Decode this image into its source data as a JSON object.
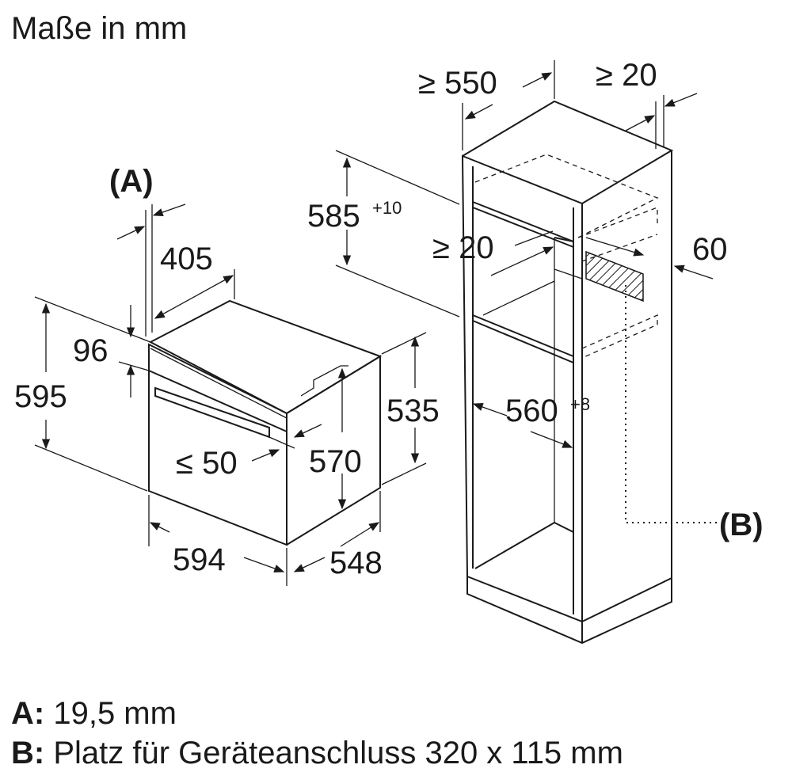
{
  "title": "Maße in mm",
  "labels": {
    "a": "(A)",
    "b": "(B)"
  },
  "dimensions": {
    "cab_depth": "≥ 550",
    "cab_back_gap": "≥ 20",
    "niche_height": "585",
    "niche_height_tol": "+10",
    "vent_gap": "≥ 20",
    "vent_height": "60",
    "niche_width": "560",
    "niche_width_tol": "+8",
    "a_dim": "405",
    "oven_height": "595",
    "panel_height": "96",
    "handle_depth": "≤ 50",
    "body_height": "570",
    "side_height": "535",
    "oven_width": "594",
    "oven_depth": "548"
  },
  "legend": [
    {
      "key": "A:",
      "text": "19,5 mm"
    },
    {
      "key": "B:",
      "text": "Platz für Geräteanschluss 320 x 115 mm"
    }
  ]
}
